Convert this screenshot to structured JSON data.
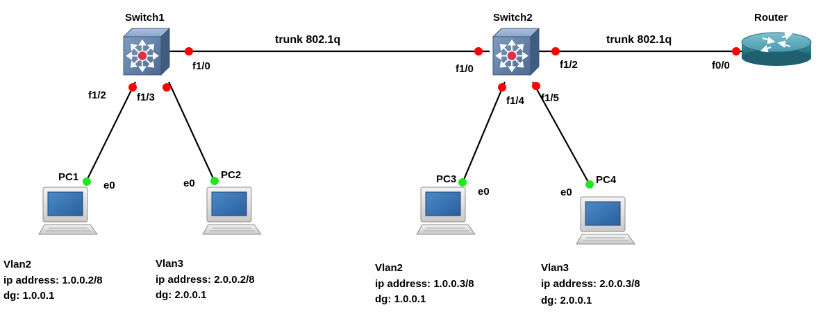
{
  "devices": {
    "switch1": "Switch1",
    "switch2": "Switch2",
    "router": "Router",
    "pc1": "PC1",
    "pc2": "PC2",
    "pc3": "PC3",
    "pc4": "PC4"
  },
  "links": {
    "sw1_sw2": {
      "label": "trunk 802.1q",
      "port_a": "f1/0",
      "port_b": "f1/0"
    },
    "sw2_router": {
      "label": "trunk 802.1q",
      "port_a": "f1/2",
      "port_b": "f0/0"
    },
    "sw1_pc1": {
      "port_a": "f1/2",
      "port_b": "e0"
    },
    "sw1_pc2": {
      "port_a": "f1/3",
      "port_b": "e0"
    },
    "sw2_pc3": {
      "port_a": "f1/4",
      "port_b": "e0"
    },
    "sw2_pc4": {
      "port_a": "f1/5",
      "port_b": "e0"
    }
  },
  "pc_info": {
    "pc1": {
      "vlan": "Vlan2",
      "ip": "ip address: 1.0.0.2/8",
      "dg": "dg: 1.0.0.1"
    },
    "pc2": {
      "vlan": "Vlan3",
      "ip": "ip address: 2.0.0.2/8",
      "dg": "dg: 2.0.0.1"
    },
    "pc3": {
      "vlan": "Vlan2",
      "ip": "ip address: 1.0.0.3/8",
      "dg": "dg: 1.0.0.1"
    },
    "pc4": {
      "vlan": "Vlan3",
      "ip": "ip address: 2.0.0.3/8",
      "dg": "dg: 2.0.0.1"
    }
  },
  "colors": {
    "port_up_switch": "#ff0000",
    "port_up_pc": "#1fe81f",
    "switch_body": "#5f7fa5",
    "router_body": "#2e7c8c"
  }
}
